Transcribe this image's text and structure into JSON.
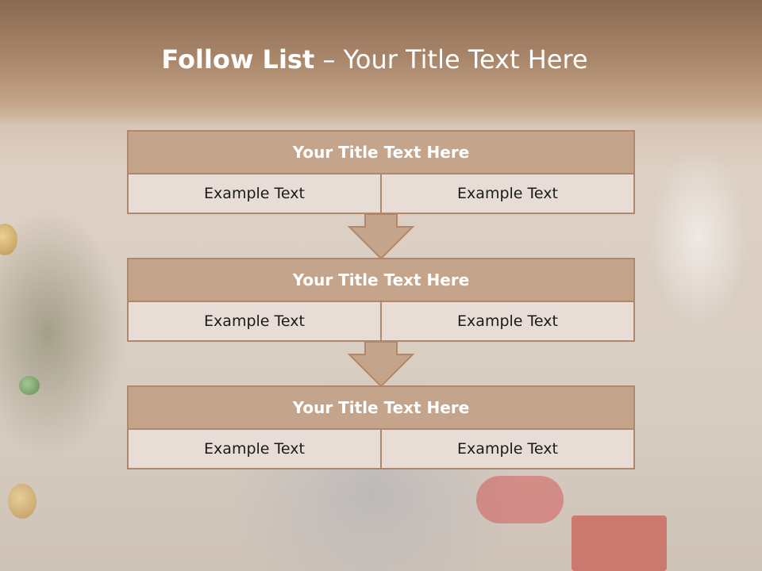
{
  "slide": {
    "title_bold": "Follow List",
    "title_rest": "– Your Title Text Here"
  },
  "steps": [
    {
      "title": "Your Title Text Here",
      "left": "Example Text",
      "right": "Example Text"
    },
    {
      "title": "Your Title Text Here",
      "left": "Example Text",
      "right": "Example Text"
    },
    {
      "title": "Your Title Text Here",
      "left": "Example Text",
      "right": "Example Text"
    }
  ],
  "colors": {
    "header": "#a88569",
    "box_title": "#c4a58b",
    "box_border": "#b0876a",
    "cell": "#e8ddd6"
  }
}
